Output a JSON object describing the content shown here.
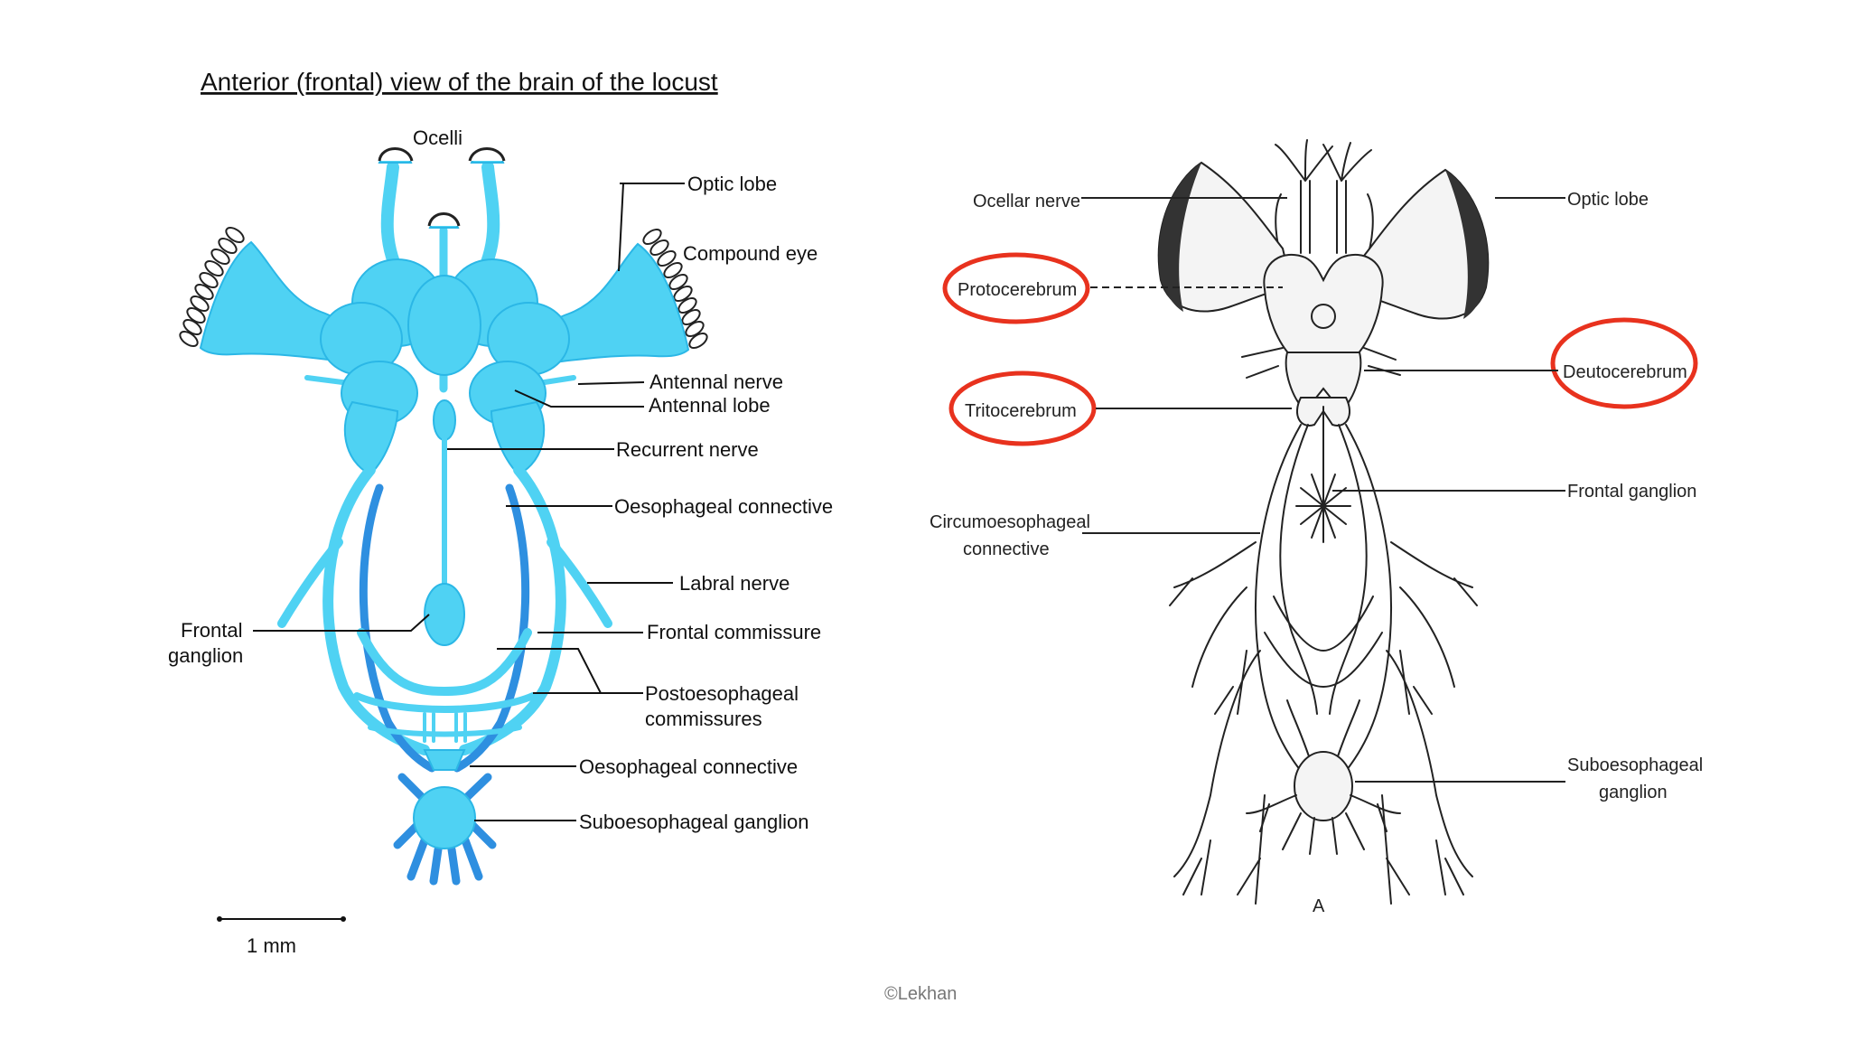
{
  "left_diagram": {
    "title": "Anterior (frontal) view of the brain of the locust",
    "labels": {
      "ocelli": "Ocelli",
      "optic_lobe": "Optic lobe",
      "compound_eye": "Compound eye",
      "antennal_nerve": "Antennal nerve",
      "antennal_lobe": "Antennal lobe",
      "recurrent_nerve": "Recurrent nerve",
      "oesophageal_connective_upper": "Oesophageal connective",
      "labral_nerve": "Labral nerve",
      "frontal_ganglion_line1": "Frontal",
      "frontal_ganglion_line2": "ganglion",
      "frontal_commissure": "Frontal commissure",
      "postoesophageal_line1": "Postoesophageal",
      "postoesophageal_line2": "commissures",
      "oesophageal_connective_lower": "Oesophageal connective",
      "suboesophageal_ganglion": "Suboesophageal ganglion"
    },
    "scale_bar": "1 mm",
    "colors": {
      "brain": "#4fd2f3",
      "brain_dark": "#2f9fe6"
    }
  },
  "right_diagram": {
    "labels": {
      "ocellar_nerve": "Ocellar nerve",
      "optic_lobe": "Optic lobe",
      "protocerebrum": "Protocerebrum",
      "deutocerebrum": "Deutocerebrum",
      "tritocerebrum": "Tritocerebrum",
      "frontal_ganglion": "Frontal ganglion",
      "circumoesophageal_line1": "Circumoesophageal",
      "circumoesophageal_line2": "connective",
      "suboesophageal_line1": "Suboesophageal",
      "suboesophageal_line2": "ganglion",
      "panel_letter": "A"
    },
    "highlight_color": "#e8321e"
  },
  "credit": "©Lekhan"
}
